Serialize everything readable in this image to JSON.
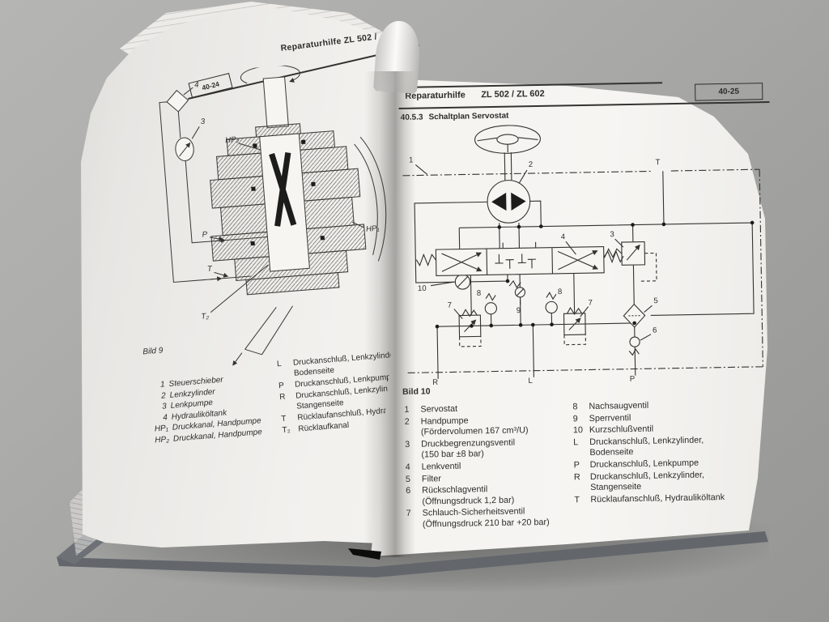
{
  "left_page": {
    "page_number": "40-24",
    "header_title": "Reparaturhilfe ZL 502 /",
    "figure_caption": "Bild 9",
    "diagram": {
      "n4": "4",
      "n3": "3",
      "hp2": "HP₂",
      "p": "P",
      "t": "T",
      "t2": "T₂",
      "hp1": "HP₁"
    },
    "legend_items": [
      {
        "k": "1",
        "t": "Steuerschieber"
      },
      {
        "k": "2",
        "t": "Lenkzylinder"
      },
      {
        "k": "3",
        "t": "Lenkpumpe"
      },
      {
        "k": "4",
        "t": "Hydrauliköltank"
      },
      {
        "k": "HP₁",
        "t": "Druckkanal, Handpumpe"
      },
      {
        "k": "HP₂",
        "t": "Druckkanal, Handpumpe"
      }
    ],
    "legend_ports": [
      {
        "k": "L",
        "t": "Druckanschluß, Lenkzylinder,\nBodenseite"
      },
      {
        "k": "P",
        "t": "Druckanschluß, Lenkpumpe"
      },
      {
        "k": "R",
        "t": "Druckanschluß, Lenkzylinder,\nStangenseite"
      },
      {
        "k": "T",
        "t": "Rücklaufanschluß, Hydrauliköltank"
      },
      {
        "k": "T₂",
        "t": "Rücklaufkanal"
      }
    ]
  },
  "right_page": {
    "page_number": "40-25",
    "header_title": "Reparaturhilfe",
    "header_model": "ZL 502 / ZL 602",
    "section_number": "40.5.3",
    "section_title": "Schaltplan Servostat",
    "figure_caption": "Bild 10",
    "diagram": {
      "n1": "1",
      "n2": "2",
      "n3": "3",
      "n4": "4",
      "n5": "5",
      "n6": "6",
      "n7": "7",
      "n8": "8",
      "n9": "9",
      "n10": "10",
      "t": "T",
      "r": "R",
      "l": "L",
      "p": "P"
    },
    "legend_items": [
      {
        "k": "1",
        "t": "Servostat"
      },
      {
        "k": "2",
        "t": "Handpumpe\n(Fördervolumen 167 cm³/U)"
      },
      {
        "k": "3",
        "t": "Druckbegrenzungsventil\n(150 bar ±8 bar)"
      },
      {
        "k": "4",
        "t": "Lenkventil"
      },
      {
        "k": "5",
        "t": "Filter"
      },
      {
        "k": "6",
        "t": "Rückschlagventil\n(Öffnungsdruck 1,2 bar)"
      },
      {
        "k": "7",
        "t": "Schlauch-Sicherheitsventil\n(Öffnungsdruck 210 bar +20 bar)"
      }
    ],
    "legend_items2": [
      {
        "k": "8",
        "t": "Nachsaugventil"
      },
      {
        "k": "9",
        "t": "Sperrventil"
      },
      {
        "k": "10",
        "t": "Kurzschlußventil"
      },
      {
        "k": "L",
        "t": "Druckanschluß, Lenkzylinder,\nBodenseite"
      },
      {
        "k": "P",
        "t": "Druckanschluß, Lenkpumpe"
      },
      {
        "k": "R",
        "t": "Druckanschluß, Lenkzylinder,\nStangenseite"
      },
      {
        "k": "T",
        "t": "Rücklaufanschluß, Hydrauliköltank"
      }
    ]
  },
  "colors": {
    "paper": "#f4f3f0",
    "ink": "#2e2e2b",
    "surface": "#a8a8a6"
  }
}
